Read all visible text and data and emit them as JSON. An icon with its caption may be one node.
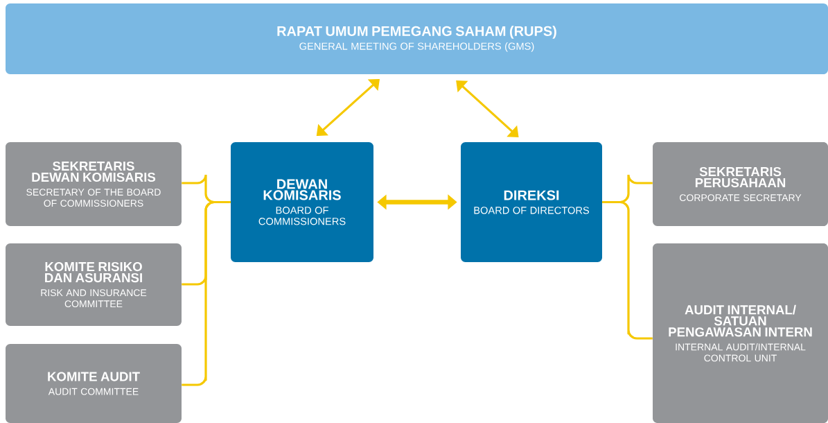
{
  "diagram": {
    "nodes": [
      {
        "text": [
          "RAPAT UMUM PEMEGANG SAHAM (RUPS)",
          "GENERAL MEETING OF SHAREHOLDERS (GMS)"
        ]
      },
      {
        "text": [
          "DEWAN KOMISARIS",
          "BOARD OF COMMISSIONERS"
        ]
      },
      {
        "text": [
          "DIREKSI",
          "BOARD OF DIRECTORS"
        ]
      },
      {
        "text": [
          "SEKRETARIS DEWAN KOMISARIS",
          "SECRETARY OF THE BOARD OF COMMISSIONERS"
        ]
      },
      {
        "text": [
          "KOMITE RISIKO DAN ASURANSI",
          "RISK AND INSURANCE COMMITTEE"
        ]
      },
      {
        "text": [
          "KOMITE AUDIT",
          "AUDIT COMMITTEE"
        ]
      },
      {
        "text": [
          "SEKRETARIS PERUSAHAAN",
          "CORPORATE SECRETARY"
        ]
      },
      {
        "text": [
          "AUDIT INTERNAL/ SATUAN PENGAWASAN INTERN",
          "INTERNAL AUDIT/INTERNAL CONTROL UNIT"
        ]
      }
    ],
    "edges": [
      {
        "from": 0,
        "to": 1,
        "arrow": "both",
        "color": "#f5c800"
      },
      {
        "from": 0,
        "to": 2,
        "arrow": "both",
        "color": "#f5c800"
      },
      {
        "from": 1,
        "to": 2,
        "arrow": "both",
        "style": "thick",
        "color": "#f5c800"
      },
      {
        "from": 3,
        "to": 1,
        "arrow": "none",
        "color": "#f5c800"
      },
      {
        "from": 4,
        "to": 1,
        "arrow": "none",
        "color": "#f5c800"
      },
      {
        "from": 5,
        "to": 1,
        "arrow": "none",
        "color": "#f5c800"
      },
      {
        "from": 2,
        "to": 6,
        "arrow": "none",
        "color": "#f5c800"
      },
      {
        "from": 2,
        "to": 7,
        "arrow": "none",
        "color": "#f5c800"
      }
    ]
  }
}
